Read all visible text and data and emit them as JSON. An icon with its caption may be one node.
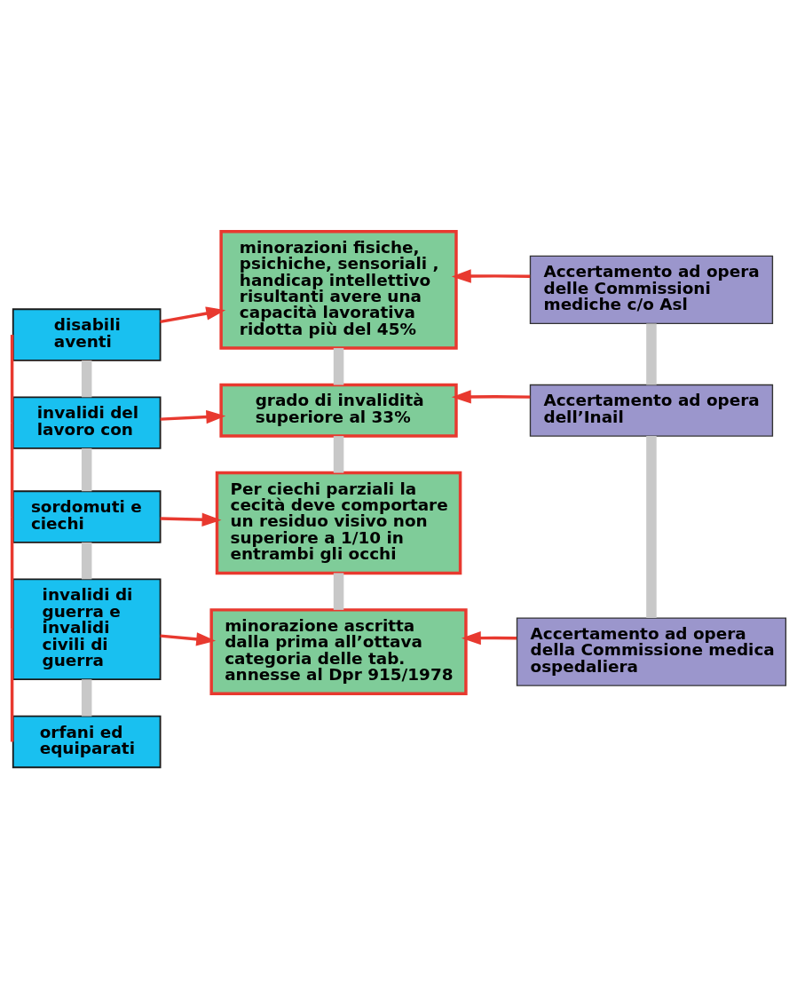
{
  "diagram": {
    "nodes": [
      {
        "text": [
          "disabili aventi"
        ]
      },
      {
        "text": [
          "minorazioni fisiche, psichiche, sensoriali , handicap intellettivo risultanti avere una capacità lavorativa ridotta più del 45%"
        ]
      },
      {
        "text": [
          "Accertamento ad opera delle Commissioni mediche c/o Asl"
        ]
      },
      {
        "text": [
          "invalidi del lavoro con"
        ]
      },
      {
        "text": [
          "grado di invalidità superiore al 33%"
        ]
      },
      {
        "text": [
          "Accertamento ad opera dell’Inail"
        ]
      },
      {
        "text": [
          "sordomuti e ciechi"
        ]
      },
      {
        "text": [
          "Per ciechi parziali la cecità deve comportare un residuo visivo non superiore a 1/10 in entrambi gli occhi"
        ]
      },
      {
        "text": [
          "invalidi di guerra e invalidi civili di guerra"
        ]
      },
      {
        "text": [
          "minorazione ascritta dalla prima all’ottava categoria delle tab. annesse al Dpr 915/1978"
        ]
      },
      {
        "text": [
          "Accertamento ad opera della Commissione medica ospedaliera"
        ]
      },
      {
        "text": [
          "orfani ed equiparati"
        ]
      }
    ],
    "edges": [
      {
        "from": 0,
        "to": 1,
        "arrow": "to"
      },
      {
        "from": 2,
        "to": 1,
        "arrow": "to"
      },
      {
        "from": 3,
        "to": 4,
        "arrow": "to"
      },
      {
        "from": 5,
        "to": 4,
        "arrow": "to"
      },
      {
        "from": 6,
        "to": 7,
        "arrow": "to"
      },
      {
        "from": 8,
        "to": 9,
        "arrow": "to"
      },
      {
        "from": 10,
        "to": 9,
        "arrow": "to"
      },
      {
        "from": 0,
        "to": 3,
        "arrow": "none"
      },
      {
        "from": 3,
        "to": 6,
        "arrow": "none"
      },
      {
        "from": 6,
        "to": 8,
        "arrow": "none"
      },
      {
        "from": 8,
        "to": 11,
        "arrow": "none"
      },
      {
        "from": 0,
        "to": 3,
        "arrow": "none",
        "style": "thick",
        "color": "#c8c8c8"
      },
      {
        "from": 3,
        "to": 6,
        "arrow": "none",
        "style": "thick",
        "color": "#c8c8c8"
      },
      {
        "from": 6,
        "to": 8,
        "arrow": "none",
        "style": "thick",
        "color": "#c8c8c8"
      },
      {
        "from": 8,
        "to": 11,
        "arrow": "none",
        "style": "thick",
        "color": "#c8c8c8"
      },
      {
        "from": 1,
        "to": 4,
        "arrow": "none",
        "style": "thick",
        "color": "#c8c8c8"
      },
      {
        "from": 4,
        "to": 7,
        "arrow": "none",
        "style": "thick",
        "color": "#c8c8c8"
      },
      {
        "from": 7,
        "to": 9,
        "arrow": "none",
        "style": "thick",
        "color": "#c8c8c8"
      },
      {
        "from": 2,
        "to": 5,
        "arrow": "none",
        "style": "thick",
        "color": "#c8c8c8"
      },
      {
        "from": 5,
        "to": 10,
        "arrow": "none",
        "style": "thick",
        "color": "#c8c8c8"
      }
    ]
  }
}
